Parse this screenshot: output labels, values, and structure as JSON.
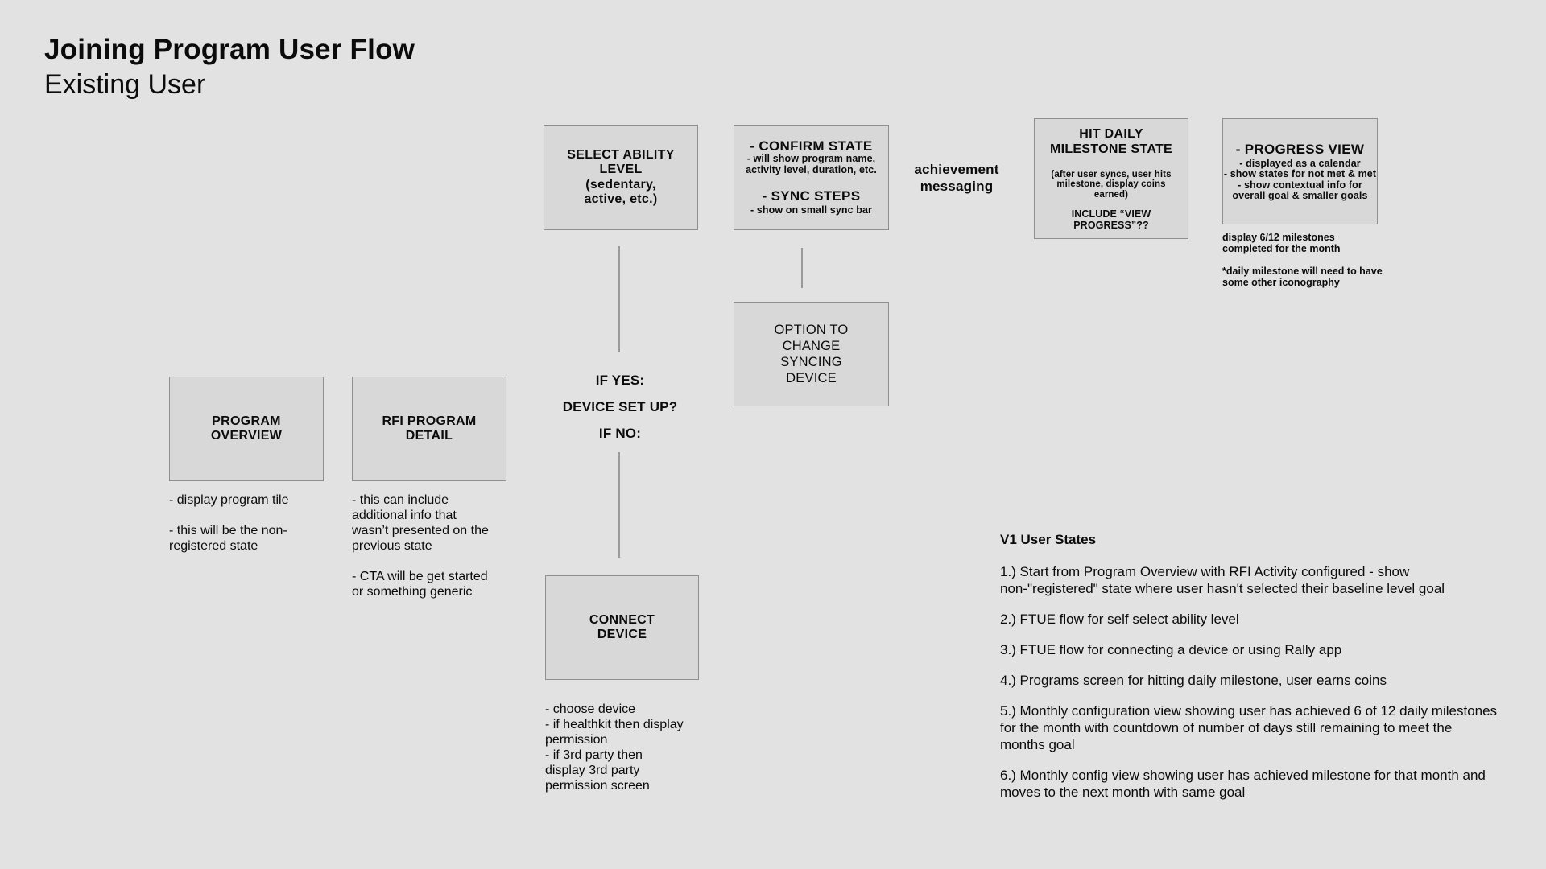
{
  "page": {
    "title": "Joining Program User Flow",
    "subtitle": "Existing User"
  },
  "boxes": {
    "program_overview": {
      "label": "PROGRAM\nOVERVIEW"
    },
    "rfi_program_detail": {
      "label": "RFI PROGRAM\nDETAIL"
    },
    "select_ability": {
      "label": "SELECT ABILITY\nLEVEL\n(sedentary,\nactive, etc.)"
    },
    "confirm_state": {
      "title1": "- CONFIRM STATE",
      "sub1": "- will show program name,\nactivity level, duration, etc.",
      "title2": "- SYNC STEPS",
      "sub2": "- show on small sync bar"
    },
    "hit_daily_milestone": {
      "title": "HIT DAILY\nMILESTONE STATE",
      "sub1": "(after user syncs, user hits\nmilestone, display coins\nearned)",
      "sub2": "INCLUDE “VIEW PROGRESS”??"
    },
    "progress_view": {
      "title": "- PROGRESS VIEW",
      "sub": "- displayed as a calendar\n- show states for not met & met\n- show contextual info for\noverall goal & smaller goals"
    },
    "option_change_device": {
      "label": "OPTION TO\nCHANGE\nSYNCING\nDEVICE"
    },
    "connect_device": {
      "label": "CONNECT\nDEVICE"
    }
  },
  "labels": {
    "achievement_messaging": "achievement\nmessaging",
    "if_yes": "IF YES:",
    "device_set_up": "DEVICE SET UP?",
    "if_no": "IF NO:"
  },
  "notes": {
    "program_overview": "- display program tile\n\n- this will be the non-\nregistered state",
    "rfi_program_detail": "- this can include\nadditional info that\nwasn’t presented on the\nprevious state\n\n- CTA will be get started\nor something generic",
    "connect_device": "- choose device\n- if healthkit then display\npermission\n- if 3rd party then\ndisplay 3rd party\npermission screen",
    "progress_view": "display 6/12 milestones\ncompleted for the month\n\n*daily milestone will need to have\nsome other iconography"
  },
  "user_states": {
    "heading": "V1 User States",
    "items": [
      "1.) Start from Program Overview with RFI Activity configured - show\nnon-\"registered\" state where user hasn't selected their baseline level goal",
      "2.) FTUE flow for self select ability level",
      "3.) FTUE flow for connecting a device or using Rally app",
      "4.) Programs screen for hitting daily milestone, user earns coins",
      "5.) Monthly configuration view showing user has achieved 6 of 12 daily milestones\nfor the month with countdown of number of days still remaining to meet the\nmonths goal",
      "6.) Monthly config view showing user has achieved milestone for that month and\nmoves to the next month with same goal"
    ]
  },
  "colors": {
    "background": "#e2e2e2",
    "box_fill": "#d8d8d8",
    "box_border": "#8f8f8f",
    "connector": "#9a9a9a",
    "text": "#0b0b0b"
  }
}
